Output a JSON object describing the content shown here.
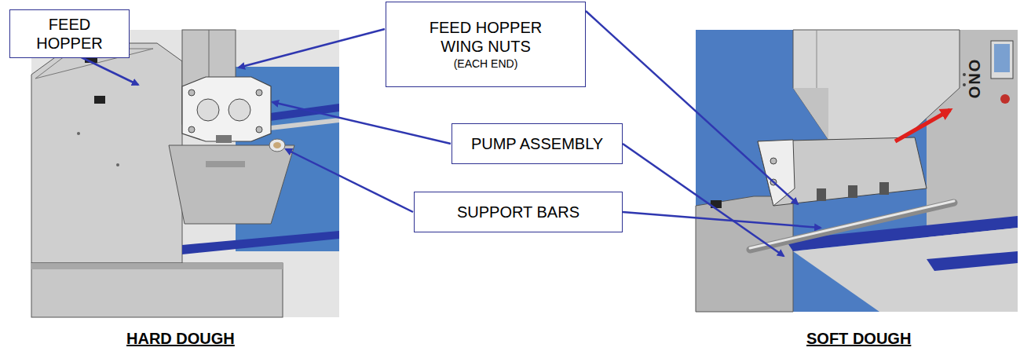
{
  "diagram": {
    "nodes": [
      {
        "text": [
          "FEED HOPPER"
        ]
      },
      {
        "text": [
          "FEED HOPPER WING NUTS",
          "(EACH END)"
        ]
      },
      {
        "text": [
          "PUMP ASSEMBLY"
        ]
      },
      {
        "text": [
          "SUPPORT BARS"
        ]
      }
    ],
    "labels": [
      "HARD DOUGH",
      "SOFT DOUGH",
      "ONO"
    ]
  }
}
